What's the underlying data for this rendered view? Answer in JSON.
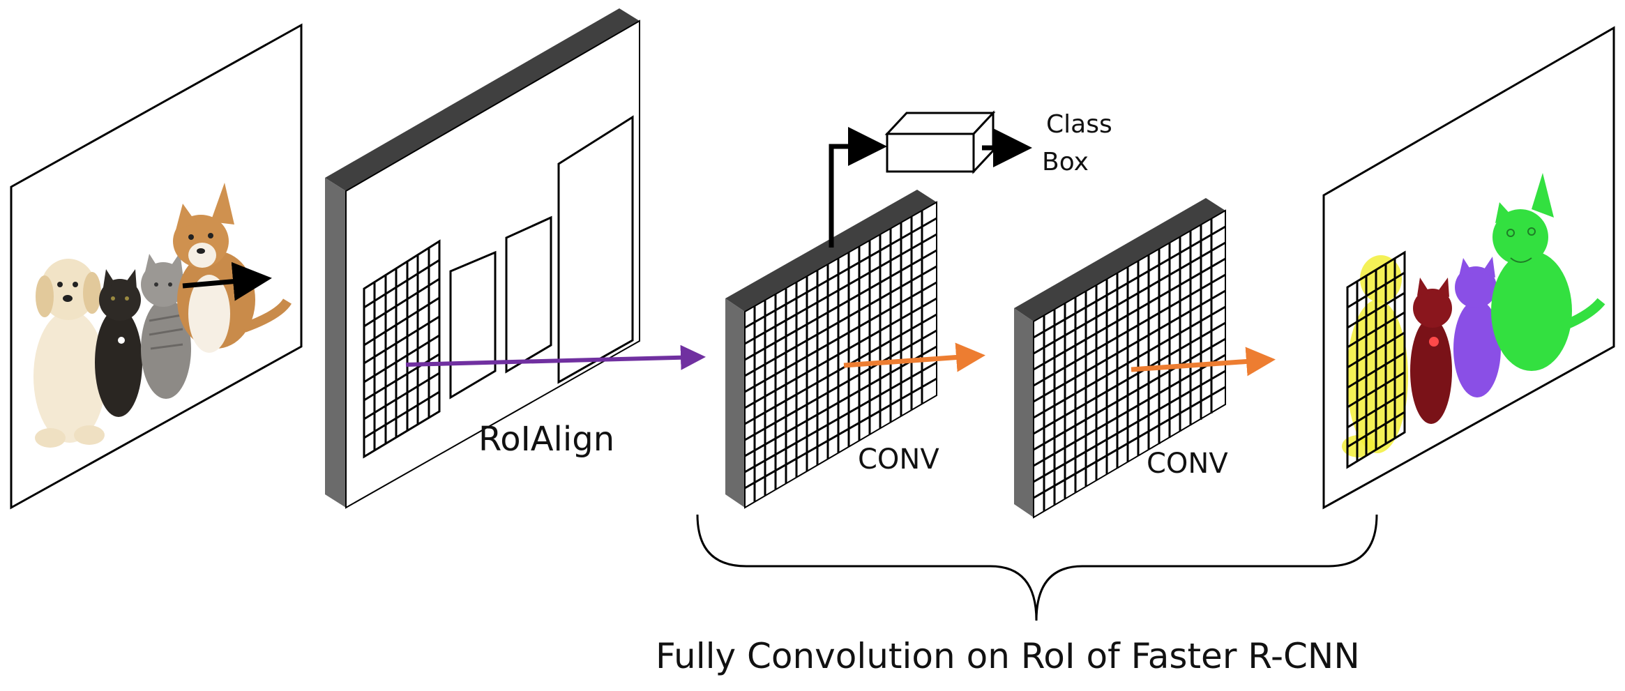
{
  "labels": {
    "roialign": "RoIAlign",
    "conv_1": "CONV",
    "conv_2": "CONV",
    "class": "Class",
    "box": "Box",
    "caption": "Fully Convolution on RoI of Faster R-CNN"
  },
  "colors": {
    "roialign_arrow": "#7030a0",
    "conv_arrow": "#ed7d31",
    "block_side": "#595959",
    "block_top": "#404040",
    "mask_dog_left": "#f2ee3a",
    "mask_black_cat": "#c0141e",
    "mask_tabby_cat": "#8a4fe6",
    "mask_dog_right": "#33e040"
  },
  "icons": [
    "input-image-icon",
    "feature-map-icon",
    "conv-block-icon",
    "output-mask-icon"
  ]
}
